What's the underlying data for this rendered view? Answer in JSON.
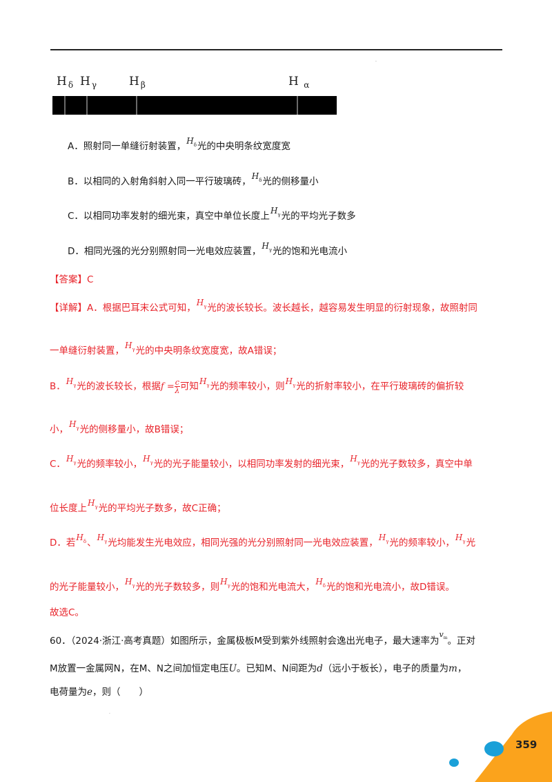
{
  "spectrum": {
    "labels": [
      {
        "base": "H",
        "sub": "δ"
      },
      {
        "base": "H",
        "sub": "γ"
      },
      {
        "base": "H",
        "sub": "β"
      },
      {
        "base": "H",
        "sub": "α"
      }
    ]
  },
  "options": {
    "A": {
      "pre": "A．照射同一单缝衍射装置，",
      "sym": "H",
      "sub": "δ",
      "post": "光的中央明条纹宽度宽"
    },
    "B": {
      "pre": "B．以相同的入射角斜射入同一平行玻璃砖，",
      "sym": "H",
      "sub": "δ",
      "post": "光的侧移量小"
    },
    "C": {
      "pre": "C．以相同功率发射的细光束，真空中单位长度上",
      "sym": "H",
      "sub": "γ",
      "post": "光的平均光子数多"
    },
    "D": {
      "pre": "D．相同光强的光分别照射同一光电效应装置，",
      "sym": "H",
      "sub": "γ",
      "post": "光的饱和光电流小"
    }
  },
  "answer": "【答案】C",
  "detail": {
    "label": "【详解】",
    "A1_pre": "A．根据巴耳末公式可知，",
    "A1_post": "光的波长较长。波长越长，越容易发生明显的衍射现象，故照射同",
    "A2_pre": "一单缝衍射装置，",
    "A2_post": "光的中央明条纹宽度宽，故A错误；",
    "B1_pre": "B．",
    "B1_mid1": "光的波长较长，根据",
    "formula_f": "f =",
    "formula_num": "c",
    "formula_den": "λ",
    "B1_mid2": "可知",
    "B1_mid3": "光的频率较小，则",
    "B1_post": "光的折射率较小，在平行玻璃砖的偏折较",
    "B2_pre": "小，",
    "B2_post": "光的侧移量小，故B错误；",
    "C1_pre": "C．",
    "C1_mid1": "光的频率较小，",
    "C1_mid2": "光的光子能量较小，以相同功率发射的细光束，",
    "C1_post": "光的光子数较多，真空中单",
    "C2_pre": "位长度上",
    "C2_post": "光的平均光子数多，故C正确；",
    "D1_pre": "D．若",
    "D1_sep": "、",
    "D1_mid1": "光均能发生光电效应，相同光强的光分别照射同一光电效应装置，",
    "D1_mid2": "光的频率较小，",
    "D1_post": "光",
    "D2_pre": "的光子能量较小，",
    "D2_mid1": "光的光子数较多，则",
    "D2_mid2": "光的饱和光电流大，",
    "D2_post": "光的饱和光电流小，故D错误。",
    "conclusion": "故选C。"
  },
  "question60": {
    "l1_pre": "60．（2024·浙江·高考真题）如图所示，金属极板M受到紫外线照射会逸出光电子，最大速率为",
    "v": "v",
    "v_sub": "m",
    "l1_post": "。正对",
    "l2_pre": "M放置一金属网N，在M、N之间加恒定电压",
    "U": "U",
    "l2_mid": "。已知M、N间距为",
    "d": "d",
    "l2_mid2": "（远小于板长），电子的质量为",
    "m": "m",
    "l2_post": "，",
    "l3_pre": "电荷量为",
    "e": "e",
    "l3_post": "，则（　　）"
  },
  "page_number": "359",
  "colors": {
    "answer_red": "#e8232a",
    "corner_orange": "#fba31c",
    "corner_blue": "#1aa0d8"
  }
}
